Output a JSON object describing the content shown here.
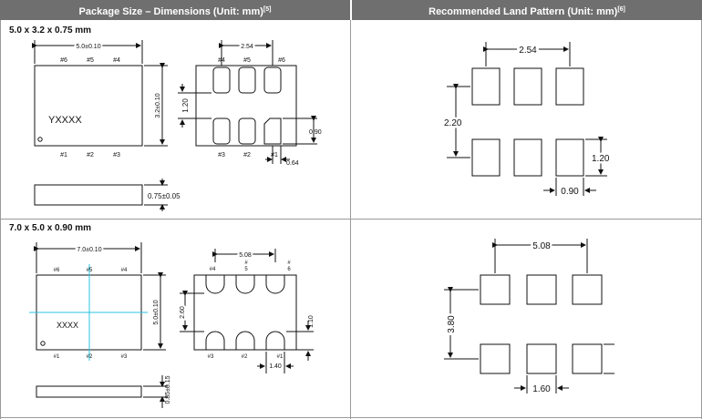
{
  "header": {
    "left_title": "Package Size – Dimensions (Unit: mm)",
    "left_ref": "[5]",
    "right_title": "Recommended Land Pattern (Unit: mm)",
    "right_ref": "[6]"
  },
  "pkg1": {
    "title": "5.0 x 3.2 x 0.75 mm",
    "width_dim": "5.0±0.10",
    "height_dim": "3.2±0.10",
    "marking": "YXXXX",
    "top_pins": [
      "#6",
      "#5",
      "#4"
    ],
    "bottom_pins": [
      "#1",
      "#2",
      "#3"
    ],
    "thickness_dim": "0.75±0.05",
    "pitch_dim": "2.54",
    "pad_gap_dim": "1.20",
    "pad_len_dim": "0.90",
    "pad_w_dim": "0.64",
    "bottom_top_pins": [
      "#4",
      "#5",
      "#6"
    ],
    "bottom_bottom_pins": [
      "#3",
      "#2",
      "#1"
    ],
    "land": {
      "pitch": "2.54",
      "row": "2.20",
      "pad_h": "1.20",
      "pad_w": "0.90"
    }
  },
  "pkg2": {
    "title": "7.0 x 5.0 x 0.90 mm",
    "width_dim": "7.0±0.10",
    "height_dim": "5.0±0.10",
    "marking": "XXXX",
    "top_pins": [
      "#6",
      "#5",
      "#4"
    ],
    "bottom_pins": [
      "#1",
      "#2",
      "#3"
    ],
    "thickness_dim": "0.85±0.15",
    "pitch_dim": "5.08",
    "inner_dim": "2.60",
    "pad_h_dim": "1.10",
    "pad_w_dim": "1.40",
    "bottom_top_pins": [
      "#4",
      "#",
      "#"
    ],
    "bottom_top_pins_2": [
      "",
      "5",
      "6"
    ],
    "bottom_bottom_pins": [
      "#3",
      "#2",
      "#1"
    ],
    "land": {
      "pitch": "5.08",
      "row": "3.80",
      "pad_w": "1.60"
    }
  }
}
